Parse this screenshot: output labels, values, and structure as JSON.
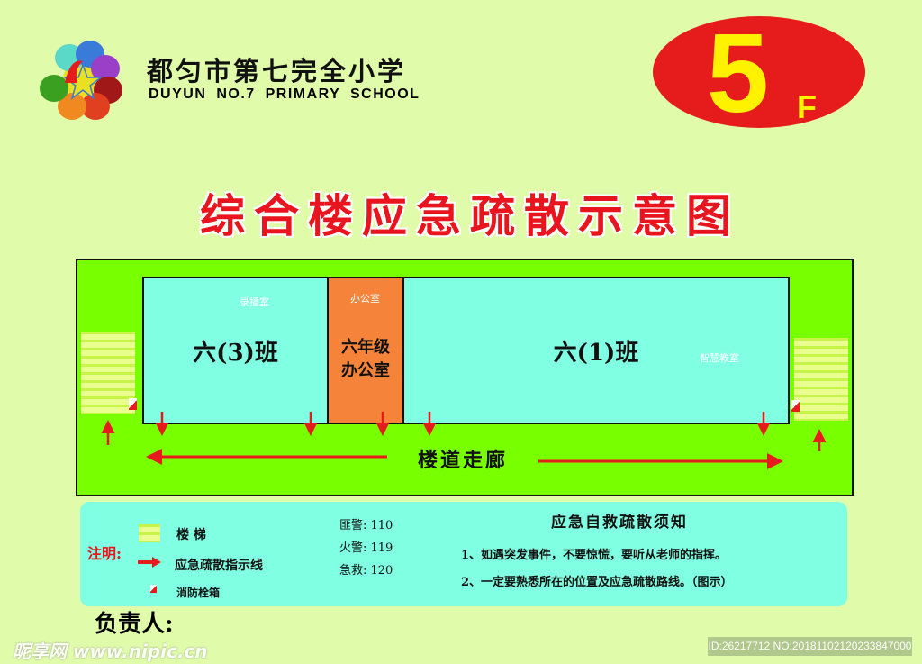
{
  "header": {
    "school_name_cn": "都匀市第七完全小学",
    "school_name_en": "DUYUN NO.7 PRIMARY SCHOOL",
    "floor_number": "5",
    "floor_unit": "F",
    "badge_color": "#e61c1c"
  },
  "title": "综合楼应急疏散示意图",
  "plan": {
    "rooms": [
      {
        "label": "六(3)班",
        "ghost": "录播室"
      },
      {
        "label_line1": "六年级",
        "label_line2": "办公室",
        "ghost": "办公室"
      },
      {
        "label": "六(1)班",
        "ghost": "智慧教室"
      }
    ],
    "corridor": "楼道走廊"
  },
  "legend": {
    "note_label": "注明:",
    "items": [
      "楼 梯",
      "应急疏散指示线",
      "消防栓箱"
    ],
    "phones": [
      "匪警: 110",
      "火警: 119",
      "急救: 120"
    ],
    "notice_title": "应急自救疏散须知",
    "notices": [
      "1、如遇突发事件，不要惊慌，要听从老师的指挥。",
      "2、一定要熟悉所在的位置及应急疏散路线。（图示）"
    ]
  },
  "footer": {
    "responsible": "负责人:",
    "watermark": "昵享网 www.nipic.cn",
    "id_text": "ID:26217712 NO:20181102120233847000"
  }
}
